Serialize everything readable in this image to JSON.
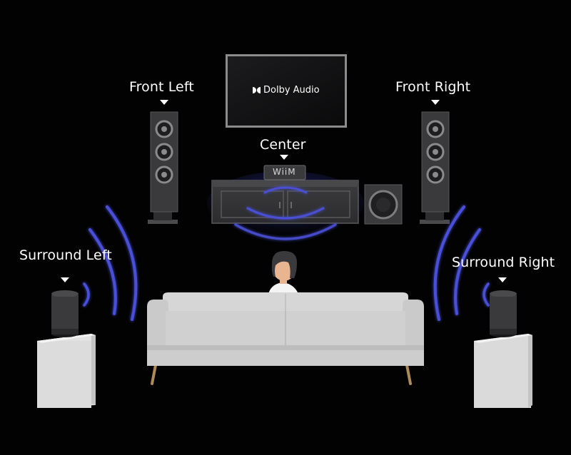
{
  "labels": {
    "front_left": "Front Left",
    "front_right": "Front Right",
    "center": "Center",
    "surround_left": "Surround Left",
    "surround_right": "Surround Right"
  },
  "tv": {
    "logo_text": "Dolby Audio"
  },
  "soundbar": {
    "brand": "WiiM"
  },
  "colors": {
    "background": "#020202",
    "wave": "#4a50d8",
    "speaker": "#3a3a3c",
    "sofa": "#cfcfcf",
    "stand": "#dedede"
  }
}
